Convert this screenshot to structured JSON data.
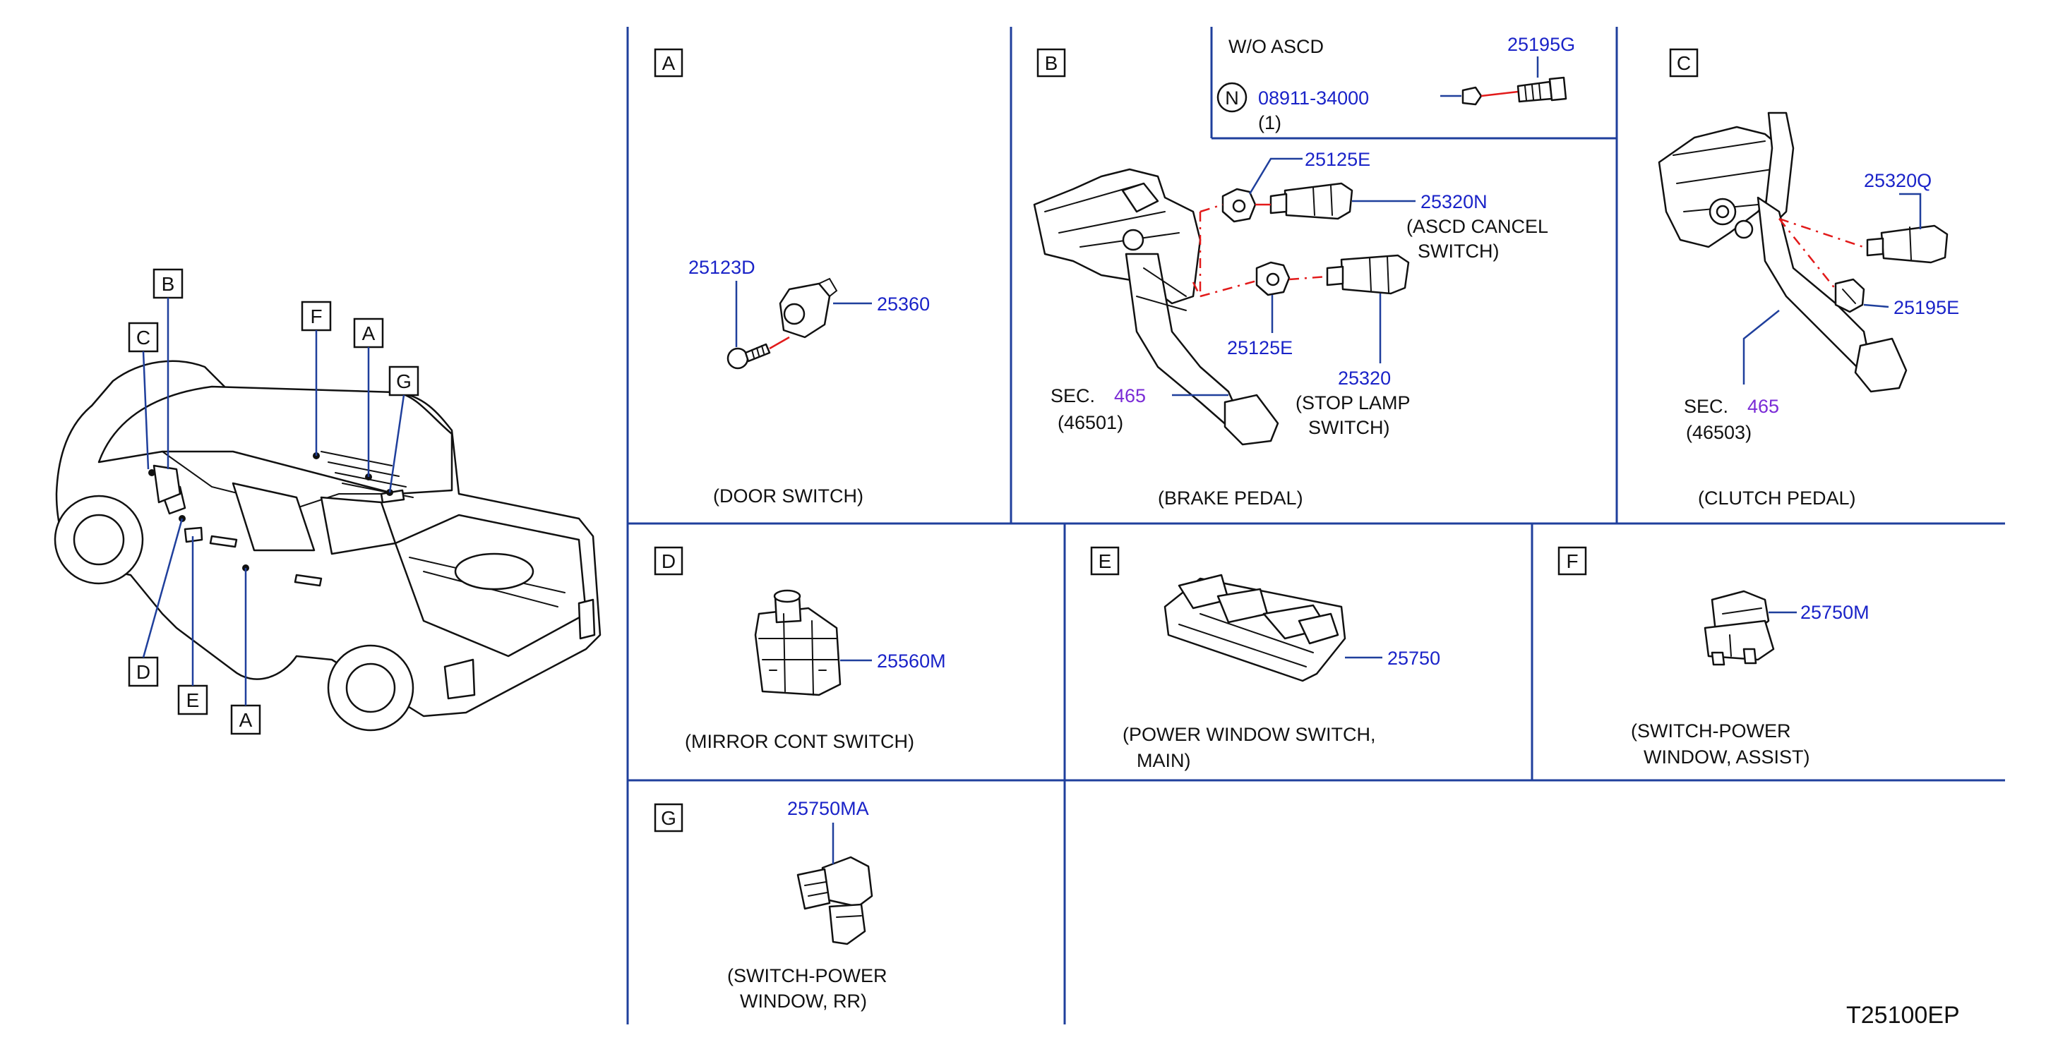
{
  "vehicle": {
    "callouts": [
      "B",
      "C",
      "F",
      "A",
      "G",
      "D",
      "E",
      "A"
    ]
  },
  "panels": {
    "A": {
      "letter": "A",
      "part_numbers": [
        "25123D",
        "25360"
      ],
      "caption": "(DOOR   SWITCH)"
    },
    "B": {
      "letter": "B",
      "inset": {
        "title": "W/O   ASCD",
        "nut_symbol": "N",
        "nut_part": "08911-34000",
        "nut_qty": "(1)",
        "bolt_part": "25195G"
      },
      "part_numbers": {
        "clip_top": "25125E",
        "asdc_switch": "25320N",
        "clip_bottom": "25125E",
        "stop_switch": "25320"
      },
      "notes": {
        "ascd_1": "(ASCD   CANCEL",
        "ascd_2": "SWITCH)",
        "stop_1": "(STOP   LAMP",
        "stop_2": "SWITCH)",
        "sec_prefix": "SEC.",
        "sec_number": "465",
        "sec_sub": "(46501)"
      },
      "caption": "(BRAKE   PEDAL)"
    },
    "C": {
      "letter": "C",
      "part_numbers": [
        "25320Q",
        "25195E"
      ],
      "notes": {
        "sec_prefix": "SEC.",
        "sec_number": "465",
        "sec_sub": "(46503)"
      },
      "caption": "(CLUTCH   PEDAL)"
    },
    "D": {
      "letter": "D",
      "part_number": "25560M",
      "caption": "(MIRROR   CONT   SWITCH)"
    },
    "E": {
      "letter": "E",
      "part_number": "25750",
      "caption_1": "(POWER   WINDOW   SWITCH,",
      "caption_2": "MAIN)"
    },
    "F": {
      "letter": "F",
      "part_number": "25750M",
      "caption_1": "(SWITCH-POWER",
      "caption_2": "WINDOW,   ASSIST)"
    },
    "G": {
      "letter": "G",
      "part_number": "25750MA",
      "caption_1": "(SWITCH-POWER",
      "caption_2": "WINDOW,   RR)"
    }
  },
  "diagram_code": "T25100EP",
  "colors": {
    "frame": "#1f3f9c",
    "part_number": "#1a23c8",
    "section_ref": "#7a2bd6",
    "connection": "#e21a1a"
  }
}
